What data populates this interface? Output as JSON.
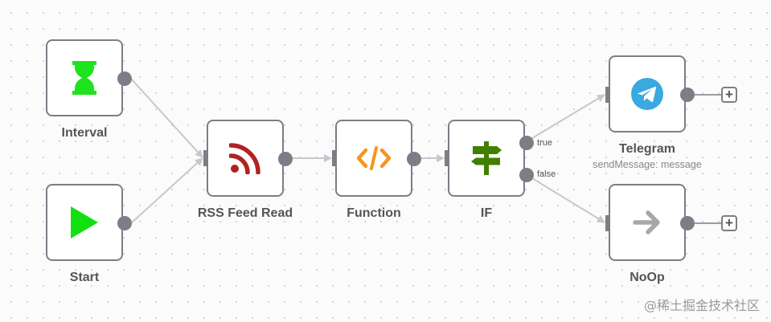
{
  "nodes": {
    "interval": {
      "label": "Interval",
      "icon": "hourglass-icon"
    },
    "start": {
      "label": "Start",
      "icon": "play-icon"
    },
    "rss": {
      "label": "RSS Feed Read",
      "icon": "rss-icon"
    },
    "function": {
      "label": "Function",
      "icon": "code-icon"
    },
    "if": {
      "label": "IF",
      "icon": "signpost-icon",
      "true_label": "true",
      "false_label": "false"
    },
    "telegram": {
      "label": "Telegram",
      "sublabel": "sendMessage: message",
      "icon": "telegram-icon"
    },
    "noop": {
      "label": "NoOp",
      "icon": "arrow-right-icon"
    }
  },
  "add_button_symbol": "+",
  "watermark": "@稀土掘金技术社区",
  "colors": {
    "node_border": "#7d7d87",
    "connection": "#c8c8cc",
    "interval_icon": "#1ee31e",
    "start_icon": "#13e013",
    "rss_icon": "#b22222",
    "function_icon": "#f7941d",
    "if_icon": "#408000",
    "telegram_icon": "#39a9e0",
    "noop_icon": "#a8a8a8"
  }
}
